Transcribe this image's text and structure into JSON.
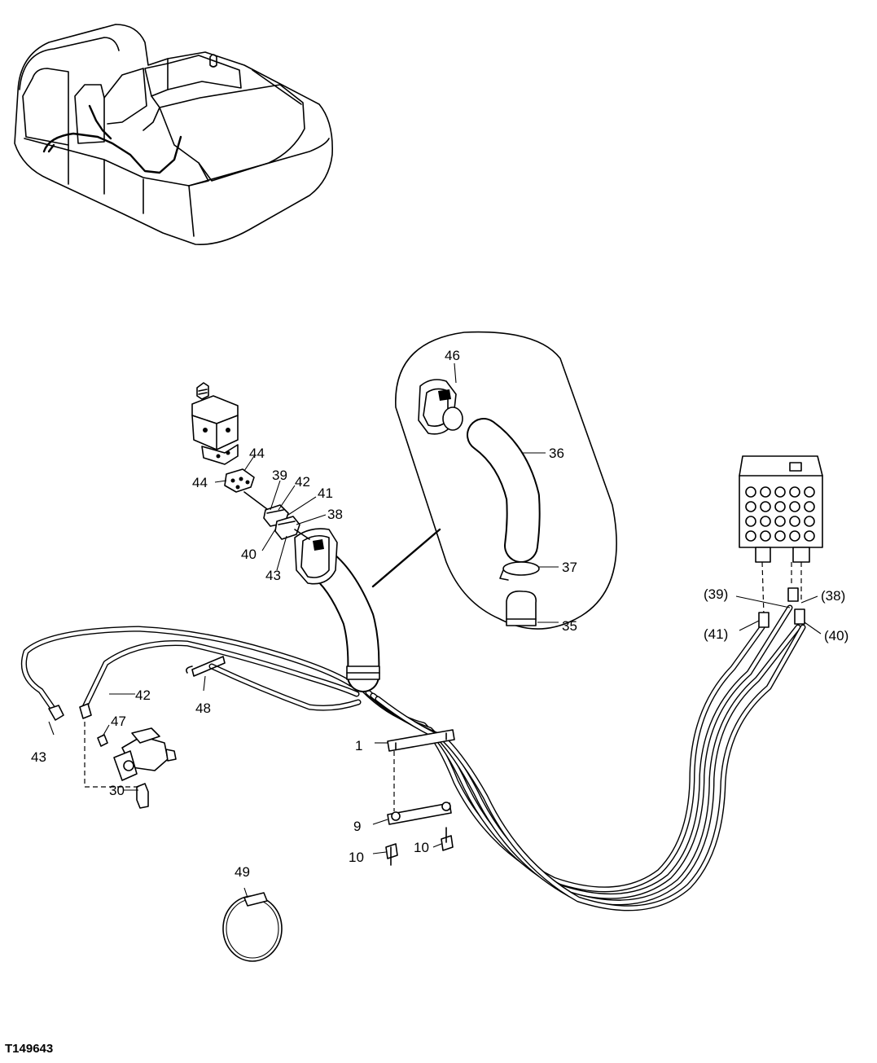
{
  "figure_id": "T149643",
  "callouts": {
    "c1": "1",
    "c9": "9",
    "c10a": "10",
    "c10b": "10",
    "c30": "30",
    "c35": "35",
    "c36": "36",
    "c37": "37",
    "c38": "38",
    "c38p": "(38)",
    "c39": "39",
    "c39p": "(39)",
    "c40": "40",
    "c40p": "(40)",
    "c41": "41",
    "c41p": "(41)",
    "c42a": "42",
    "c42b": "42",
    "c43a": "43",
    "c43b": "43",
    "c44a": "44",
    "c44b": "44",
    "c46": "46",
    "c47": "47",
    "c48": "48",
    "c49": "49"
  }
}
